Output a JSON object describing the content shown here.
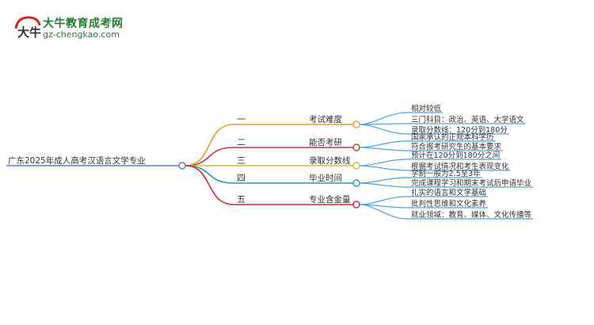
{
  "brand": {
    "title": "大牛教育成考网",
    "url": "gz-chengkao.com",
    "logo_glyph": "大牛",
    "logo_accent": "#d9261c",
    "text_color": "#2a7a32"
  },
  "mindmap": {
    "root": "广东2025年成人高考汉语言文学专业",
    "branches": [
      {
        "index": "一",
        "label": "考试难度",
        "color": "#f29a2e",
        "leaves": [
          "相对较低",
          "三门科目：政治、英语、大学语文",
          "录取分数线：120分到180分"
        ]
      },
      {
        "index": "二",
        "label": "能否考研",
        "color": "#c93a3a",
        "leaves": [
          "国家承认的正规本科学历",
          "符合报考研究生的基本要求"
        ]
      },
      {
        "index": "三",
        "label": "录取分数线",
        "color": "#c8c236",
        "leaves": [
          "预计在120分到180分之间",
          "根据考试情况和考生表现变化"
        ]
      },
      {
        "index": "四",
        "label": "毕业时间",
        "color": "#2f9aa8",
        "leaves": [
          "学制一般为2.5至3年",
          "完成课程学习和期末考试后申请毕业"
        ]
      },
      {
        "index": "五",
        "label": "专业含金量",
        "color": "#d9263a",
        "leaves": [
          "扎实的语言和文学基础",
          "批判性思维和文化素养",
          "就业领域：教育、媒体、文化传播等"
        ]
      }
    ]
  },
  "colors": {
    "root": "#5b7fb8",
    "leaf_line": "#4aa3df"
  }
}
